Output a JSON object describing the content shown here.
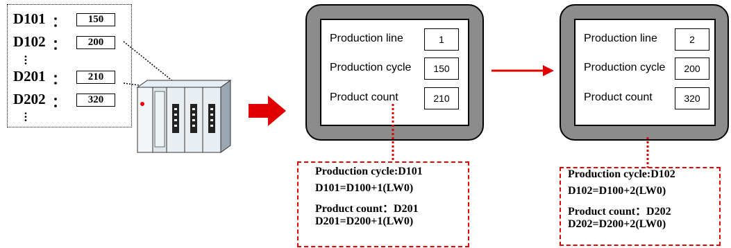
{
  "registers": [
    {
      "name": "D101",
      "colon": "：",
      "value": "150"
    },
    {
      "name": "D102",
      "colon": "：",
      "value": "200"
    },
    {
      "name": "D201",
      "colon": "：",
      "value": "210"
    },
    {
      "name": "D202",
      "colon": "：",
      "value": "320"
    }
  ],
  "colors": {
    "accent_red": "#e00000",
    "panel_gray": "#8c8c8c",
    "plc_led": "#e00000"
  },
  "icons": [
    "plc-rack-icon",
    "right-arrow-icon"
  ],
  "panels": [
    {
      "fields": [
        {
          "label": "Production line",
          "value": "1"
        },
        {
          "label": "Production cycle",
          "value": "150"
        },
        {
          "label": "Product count",
          "value": "210"
        }
      ],
      "code": [
        "Production cycle:D101",
        "D101=D100+1(LW0)",
        "Product count：D201",
        "D201=D200+1(LW0)"
      ]
    },
    {
      "fields": [
        {
          "label": "Production line",
          "value": "2"
        },
        {
          "label": "Production cycle",
          "value": "200"
        },
        {
          "label": "Product count",
          "value": "320"
        }
      ],
      "code": [
        "Production cycle:D102",
        "D102=D100+2(LW0)",
        "Product count：D202",
        "D202=D200+2(LW0)"
      ]
    }
  ]
}
